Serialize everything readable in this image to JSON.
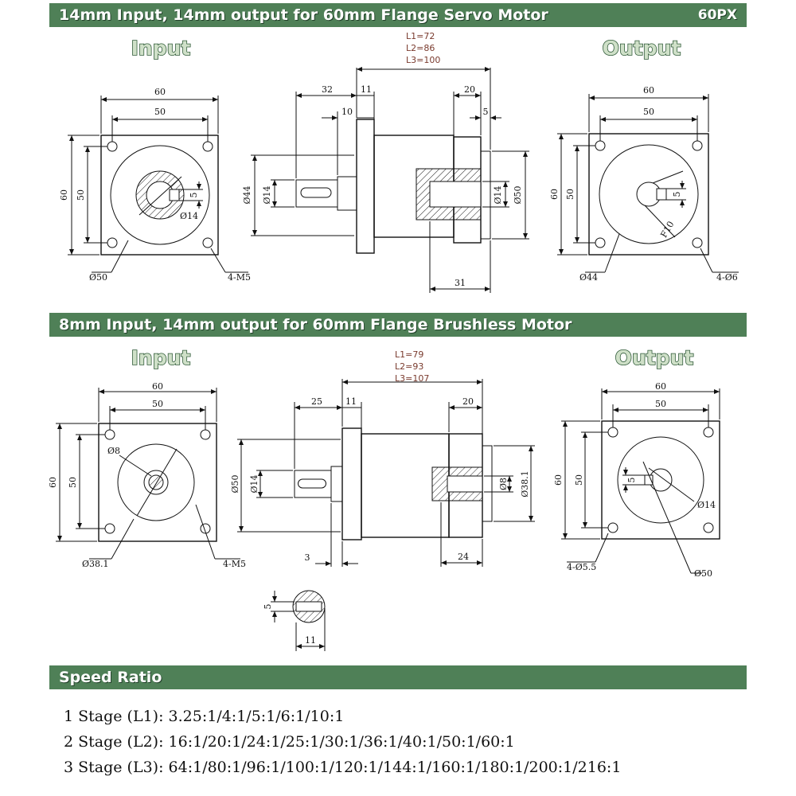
{
  "section1": {
    "title": "14mm Input, 14mm output for 60mm Flange Servo Motor",
    "badge": "60PX",
    "input_label": "Input",
    "output_label": "Output",
    "lengths": [
      "L1=72",
      "L2=86",
      "L3=100"
    ],
    "input_dims": {
      "w60": "60",
      "w50": "50",
      "h60": "60",
      "h50": "50",
      "key5": "5",
      "bore": "Ø14",
      "pcd": "Ø50",
      "holes": "4-M5"
    },
    "side_dims": {
      "d32": "32",
      "d11": "11",
      "d10": "10",
      "d20": "20",
      "d5": "5",
      "phi44": "Ø44",
      "phi14a": "Ø14",
      "phi14b": "Ø14",
      "phi50": "Ø50",
      "d31": "31"
    },
    "output_dims": {
      "w60": "60",
      "w50": "50",
      "h60": "60",
      "h50": "50",
      "key5": "5",
      "f10": "F10",
      "pilot": "Ø44",
      "holes": "4-Ø6"
    }
  },
  "section2": {
    "title": "8mm Input, 14mm output for 60mm Flange Brushless Motor",
    "input_label": "Input",
    "output_label": "Output",
    "lengths": [
      "L1=79",
      "L2=93",
      "L3=107"
    ],
    "input_dims": {
      "w60": "60",
      "w50": "50",
      "h60": "60",
      "h50": "50",
      "bore": "Ø8",
      "pcd": "Ø38.1",
      "holes": "4-M5"
    },
    "side_dims": {
      "d25": "25",
      "d11": "11",
      "d20": "20",
      "d3": "3",
      "d24": "24",
      "phi50": "Ø50",
      "phi14": "Ø14",
      "phi8": "Ø8",
      "phi381": "Ø38.1"
    },
    "output_dims": {
      "w60": "60",
      "w50": "50",
      "h60": "60",
      "h50": "50",
      "key5": "5",
      "bore": "Ø14",
      "pcd": "Ø50",
      "holes": "4-Ø5.5"
    },
    "detail_dims": {
      "key5": "5",
      "d11": "11"
    }
  },
  "speed": {
    "title": "Speed Ratio",
    "lines": [
      "1 Stage (L1): 3.25:1/4:1/5:1/6:1/10:1",
      "2 Stage (L2): 16:1/20:1/24:1/25:1/30:1/36:1/40:1/50:1/60:1",
      "3 Stage (L3): 64:1/80:1/96:1/100:1/120:1/144:1/160:1/180:1/200:1/216:1"
    ]
  },
  "colors": {
    "banner": "#4f8057",
    "label_fill": "#cfe0c8",
    "label_stroke": "#2f5a38",
    "length_text": "#7a3b2e"
  }
}
